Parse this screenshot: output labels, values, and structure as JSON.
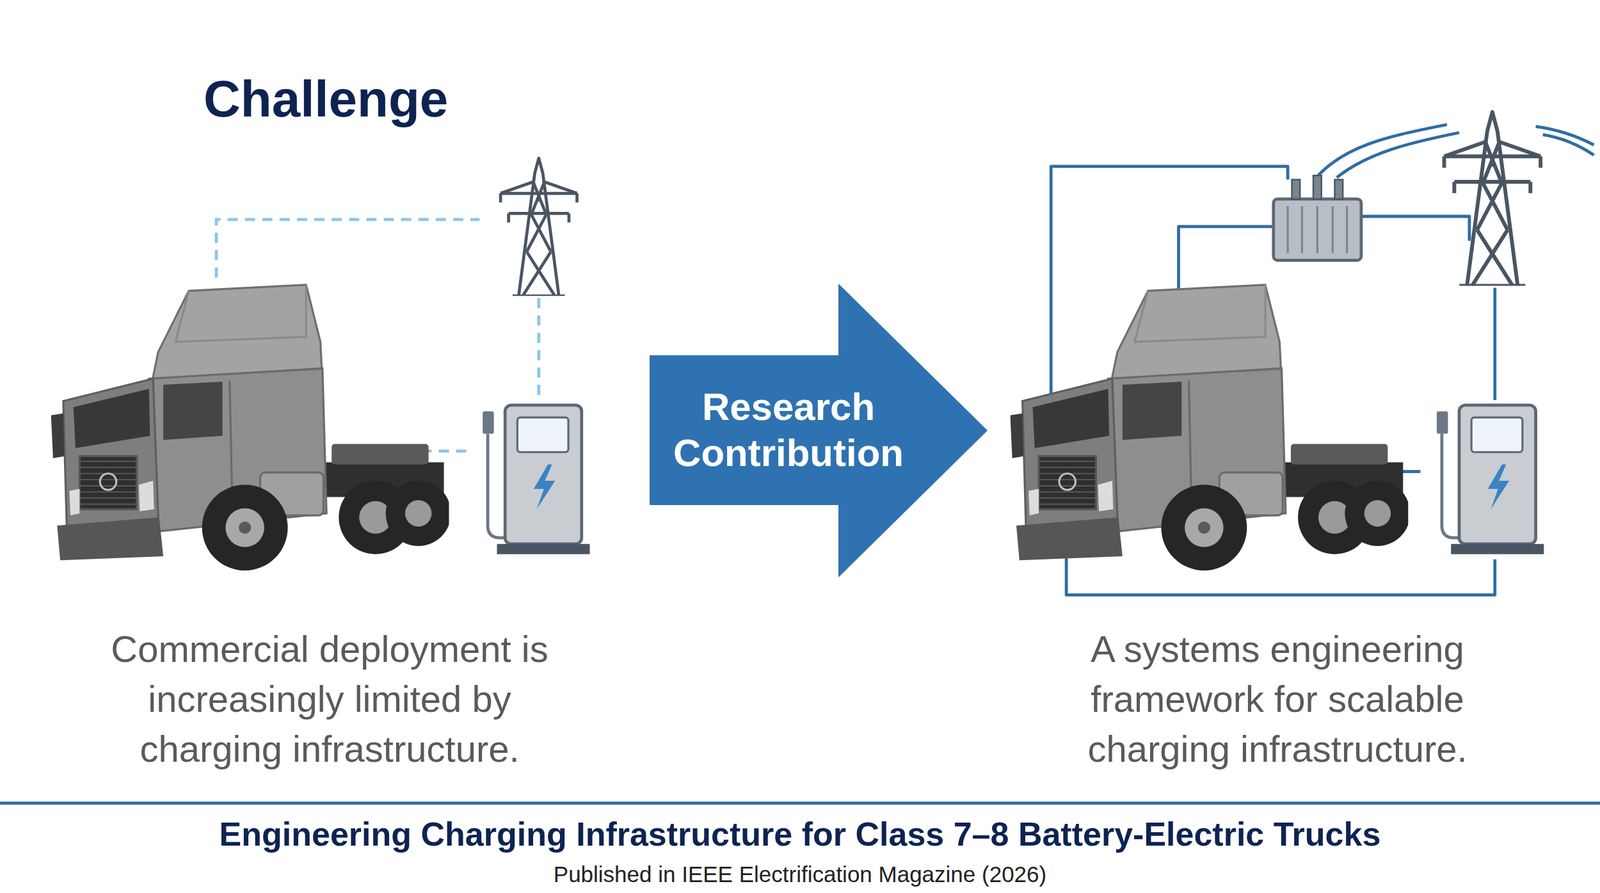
{
  "diagram": {
    "title": "Engineering Charging Infrastructure for Class 7–8 Battery-Electric Trucks",
    "caption": "Published in IEEE Electrification Magazine (2026)",
    "nodes": [
      {
        "text": [
          "Research Contribution"
        ]
      }
    ],
    "labels": [
      "Challenge",
      "Commercial deployment is increasingly limited by charging infrastructure.",
      "A systems engineering framework for scalable charging infrastructure."
    ]
  }
}
